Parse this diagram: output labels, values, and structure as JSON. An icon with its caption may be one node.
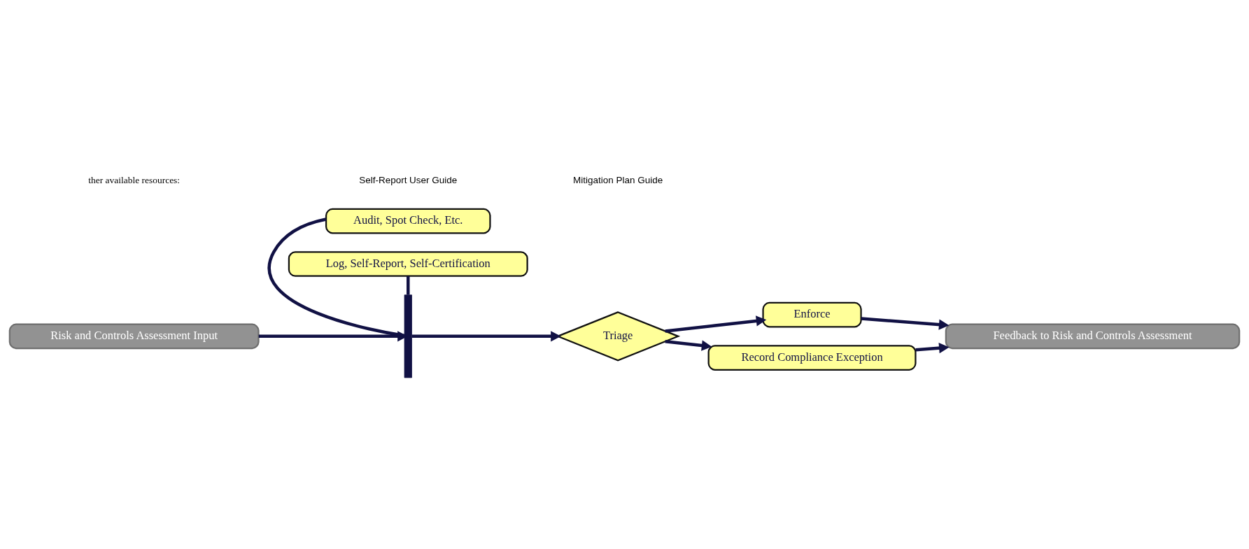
{
  "diagram": {
    "nodes": [
      {
        "text": [
          "Risk and Controls Assessment Input"
        ]
      },
      {
        "text": [
          "Audit, Spot Check, Etc."
        ]
      },
      {
        "text": [],
        "shape": "bar"
      },
      {
        "text": [
          "Log, Self-Report, Self-Certification"
        ]
      },
      {
        "text": [
          "Triage"
        ]
      },
      {
        "text": [
          "Enforce"
        ]
      },
      {
        "text": [
          "Record Compliance Exception"
        ]
      },
      {
        "text": [
          "Feedback to Risk and Controls Assessment"
        ]
      }
    ],
    "edges": [
      {
        "from": 0,
        "to": 2,
        "arrow": "to"
      },
      {
        "from": 1,
        "to": 2,
        "arrow": "none"
      },
      {
        "from": 3,
        "to": 2,
        "arrow": "none"
      },
      {
        "from": 2,
        "to": 4,
        "arrow": "to"
      },
      {
        "from": 4,
        "to": 5,
        "arrow": "to"
      },
      {
        "from": 4,
        "to": 6,
        "arrow": "to"
      },
      {
        "from": 5,
        "to": 7,
        "arrow": "to"
      },
      {
        "from": 6,
        "to": 7,
        "arrow": "to"
      }
    ],
    "labels": [
      "ther available resources:",
      "Self-Report User Guide",
      "Mitigation Plan Guide"
    ]
  }
}
